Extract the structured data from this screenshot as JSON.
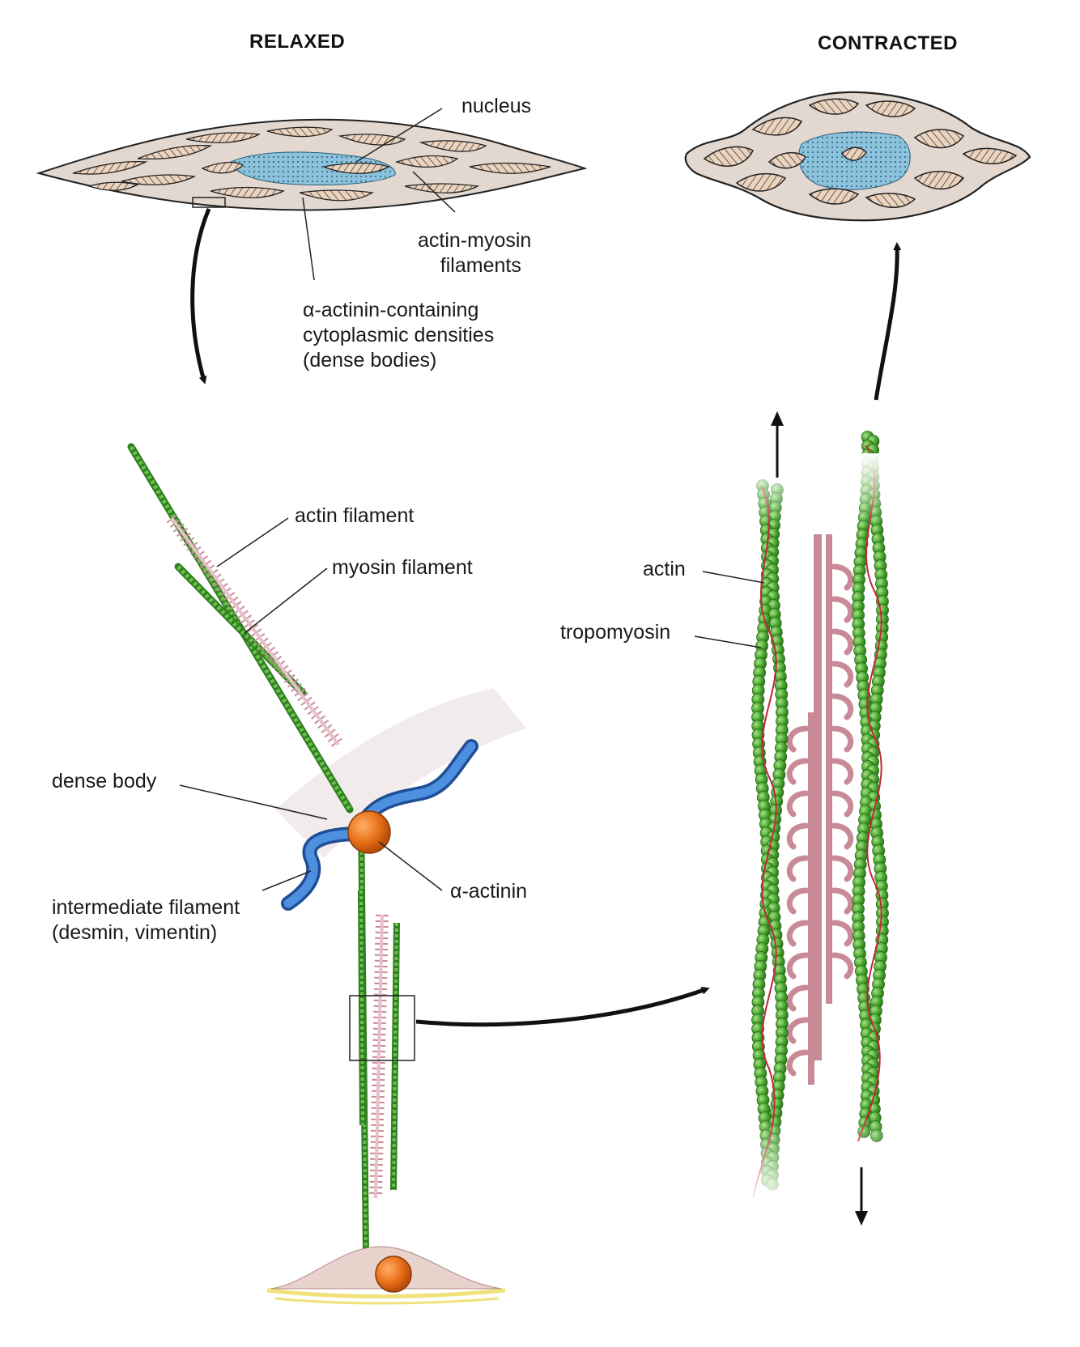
{
  "relaxed_title": "RELAXED",
  "contracted_title": "CONTRACTED",
  "labels": {
    "nucleus": "nucleus",
    "actin_myosin": "actin-myosin\n    filaments",
    "dense_bodies": "α-actinin-containing\ncytoplasmic densities\n(dense bodies)",
    "actin_filament": "actin filament",
    "myosin_filament": "myosin filament",
    "dense_body": "dense body",
    "alpha_actinin": "α-actinin",
    "intermediate_filament": "intermediate filament\n(desmin, vimentin)",
    "actin": "actin",
    "tropomyosin": "tropomyosin"
  },
  "colors": {
    "actin": "#3c9a2a",
    "actin_light": "#6cc048",
    "myosin": "#c98a98",
    "tropomyosin": "#c0283c",
    "intermediate_filament": "#3f7fd0",
    "dense_body": "#e8701a",
    "cytoplasm": "#e3d8cf",
    "nucleus": "#8cc2dc"
  }
}
